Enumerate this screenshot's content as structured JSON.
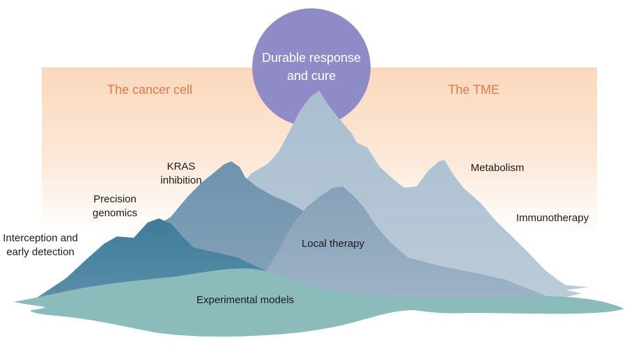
{
  "summit": {
    "line1": "Durable response",
    "line2": "and cure"
  },
  "band": {
    "left_label": "The cancer cell",
    "right_label": "The TME"
  },
  "peaks": {
    "kras": [
      "KRAS",
      "inhibition"
    ],
    "precision": [
      "Precision",
      "genomics"
    ],
    "interception": [
      "Interception and",
      "early detection"
    ],
    "metabolism": "Metabolism",
    "immunotherapy": "Immunotherapy",
    "local_therapy": "Local therapy",
    "experimental_models": "Experimental models"
  },
  "colors": {
    "band_top": "#fad8bd",
    "sun": "#8f8bc6",
    "peak_main": "#b4c6d6",
    "peak_kras": "#7c9cb5",
    "peak_local": "#93acc2",
    "peak_interception": "#4f87a3",
    "ground": "#8bbcbb",
    "label_orange": "#e07a4c"
  }
}
